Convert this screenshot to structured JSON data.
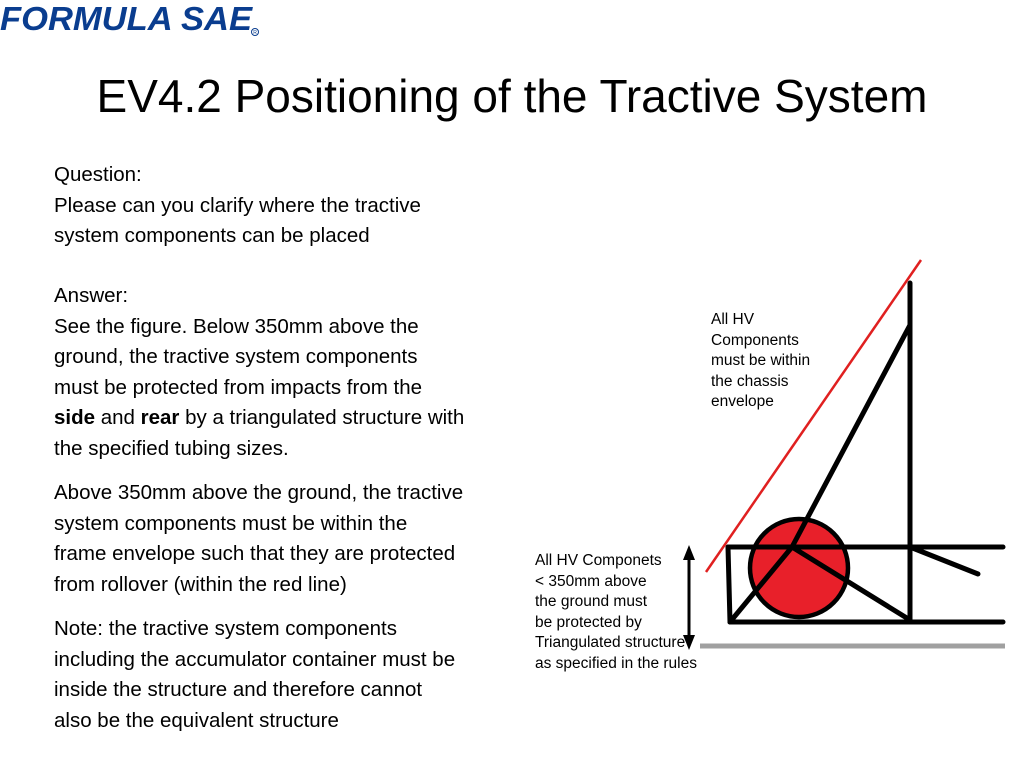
{
  "logo": {
    "text": "FORMULA SAE",
    "color": "#0a3d8f"
  },
  "title": "EV4.2 Positioning of the Tractive System",
  "question": {
    "heading": "Question:",
    "line1": "Please can you clarify where the tractive",
    "line2": "system components can be placed"
  },
  "answer": {
    "heading": "Answer:",
    "line1": "See the figure.  Below 350mm above the",
    "line2": "ground, the tractive system components",
    "line3": "must be protected from impacts from the",
    "line4_bold1": "side",
    "line4_mid": " and ",
    "line4_bold2": "rear",
    "line4_end": " by a triangulated structure with",
    "line5": "the specified tubing sizes."
  },
  "above": {
    "line1": "Above 350mm above the ground, the tractive",
    "line2": "system components must be within the",
    "line3": "frame envelope such that they are protected",
    "line4": "from rollover (within the red line)"
  },
  "note": {
    "line1": "Note: the tractive system components",
    "line2": "including the accumulator container must be",
    "line3": "inside the structure and therefore cannot",
    "line4": "also be the equivalent structure"
  },
  "diagram": {
    "label_top": [
      "All HV",
      "Components",
      "must be within",
      "the chassis",
      "envelope"
    ],
    "label_bottom": [
      "All HV Componets",
      "< 350mm above",
      "the ground must",
      "be protected by",
      "Triangulated structure",
      "as specified in the rules"
    ],
    "colors": {
      "envelope_line": "#e02020",
      "component": "#e8202a",
      "frame": "#000000",
      "ground": "#a0a0a0"
    }
  }
}
